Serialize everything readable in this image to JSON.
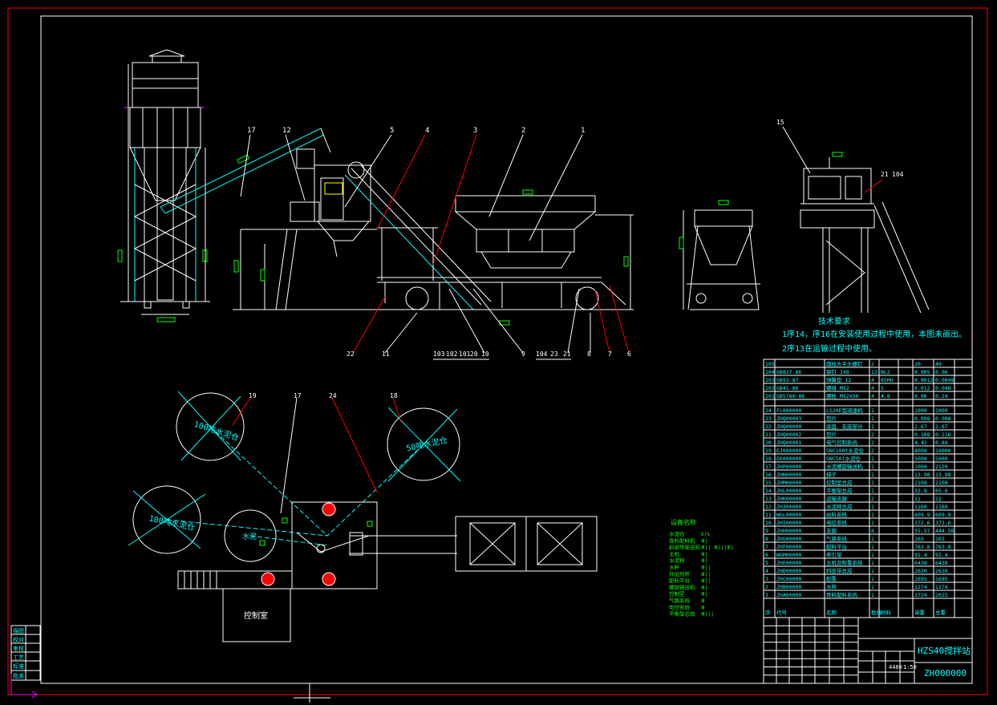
{
  "tech": {
    "heading": "技术要求",
    "line1": "1序14，序16在安装使用过程中使用，本图未画出。",
    "line2": "2序13在运输过程中使用。"
  },
  "plan": {
    "silo_top_left": "100吨水泥仓",
    "silo_top_right": "50吨水泥仓",
    "silo_left": "100吨水泥仓",
    "water": "水泥",
    "control_room": "控制室"
  },
  "balloons_top": [
    "17",
    "12",
    "5",
    "4",
    "3",
    "2",
    "1"
  ],
  "balloons_bottom": [
    "22",
    "11",
    "103",
    "102",
    "101",
    "20",
    "10",
    "9",
    "104",
    "23",
    "21",
    "8",
    "7",
    "6"
  ],
  "balloons_plan": [
    "19",
    "17",
    "24",
    "18"
  ],
  "balloons_right": [
    "15",
    "21",
    "104"
  ],
  "bom_small": [
    [
      "105",
      "",
      "圆柱头平头螺钉",
      "2",
      "",
      "",
      "20",
      "40"
    ],
    [
      "104",
      "GB827-86",
      "铆钉 3X8",
      "12",
      "NL2",
      "",
      "0.005",
      "0.06"
    ],
    [
      "103",
      "GB93-87",
      "弹簧垫 12",
      "4",
      "65Mn",
      "",
      "0.0012",
      "0.0048"
    ],
    [
      "102",
      "GB41-86",
      "螺母 M12",
      "4",
      "5",
      "",
      "0.012",
      "0.048"
    ],
    [
      "101",
      "GB5780-86",
      "螺栓 M12X50",
      "4",
      "4.8",
      "",
      "0.06",
      "0.24"
    ]
  ],
  "bom": [
    [
      "24",
      "FL000000",
      "LS20E型减速机",
      "1",
      "",
      "",
      "1000",
      "1000"
    ],
    [
      "23",
      "ZHQ00003",
      "垫片",
      "1",
      "",
      "",
      "0.008",
      "0.008"
    ],
    [
      "22",
      "ZHQ00000",
      "底盘、支座部分",
      "1",
      "",
      "",
      "2.67",
      "2.67"
    ],
    [
      "21",
      "ZHQ00002",
      "垫片",
      "2",
      "",
      "",
      "0.108",
      "0.216"
    ],
    [
      "20",
      "ZHQ00001",
      "电气控制系统",
      "2",
      "",
      "",
      "4.42",
      "0.84"
    ],
    [
      "19",
      "EJ000000",
      "SNC100t水泥仓",
      "2",
      "",
      "",
      "8000",
      "16000"
    ],
    [
      "18",
      "EK000000",
      "SNC50t水泥仓",
      "1",
      "",
      "",
      "5000",
      "5000"
    ],
    [
      "17",
      "ZHP00000",
      "水泥螺旋输送机",
      "1",
      "",
      "",
      "1060",
      "2120"
    ],
    [
      "16",
      "ZHN00000",
      "梯子",
      "1",
      "",
      "",
      "13.98",
      "13.98"
    ],
    [
      "15",
      "ZHM00000",
      "控制室总成",
      "1",
      "",
      "",
      "2108",
      "2108"
    ],
    [
      "14",
      "ZHL00000",
      "平衡架总成",
      "1",
      "",
      "",
      "32.8",
      "65.6"
    ],
    [
      "13",
      "ZHK00000",
      "运输支腿",
      "2",
      "",
      "",
      "11",
      "22"
    ],
    [
      "12",
      "ZHJ00000",
      "水泥秤总成",
      "1",
      "",
      "",
      "1160",
      "1160"
    ],
    [
      "11",
      "WGL00000",
      "给料系统",
      "1",
      "",
      "",
      "609.9",
      "609.9"
    ],
    [
      "10",
      "ZHI00000",
      "电控系统",
      "1",
      "",
      "",
      "372.6",
      "372.6"
    ],
    [
      "9",
      "ZHH00000",
      "支腿",
      "8",
      "",
      "",
      "55.57",
      "444.56"
    ],
    [
      "8",
      "ZHG00000",
      "气路系统",
      "1",
      "",
      "",
      "103",
      "103"
    ],
    [
      "7",
      "ZHF00000",
      "配料平台",
      "1",
      "",
      "",
      "763.8",
      "763.8"
    ],
    [
      "6",
      "WGM00000",
      "牵引架",
      "1",
      "",
      "",
      "92.4",
      "92.4"
    ],
    [
      "5",
      "ZHE00000",
      "主机及称重系统",
      "1",
      "",
      "",
      "6438",
      "6438"
    ],
    [
      "4",
      "ZHD00000",
      "斜皮带总成",
      "1",
      "",
      "",
      "2620",
      "2620"
    ],
    [
      "3",
      "ZHC00000",
      "配重",
      "1",
      "",
      "",
      "1695",
      "1695"
    ],
    [
      "2",
      "ZHB00000",
      "水秤",
      "1",
      "",
      "",
      "1274",
      "1274"
    ],
    [
      "1",
      "ZHA00000",
      "骨料配料系统",
      "1",
      "",
      "",
      "3724",
      "2025"
    ]
  ],
  "bom_header": [
    "序",
    "代号",
    "名称",
    "数量",
    "材料",
    "",
    "单重",
    "总重"
  ],
  "title_block": {
    "product": "HZS40搅拌站",
    "drawing_no": "ZH000000",
    "scale": "1:50",
    "weight": "4480"
  },
  "legend": [
    [
      "水泥仓",
      "Ⅱ|%"
    ],
    [
      "骨料配料机",
      "Ⅲ|"
    ],
    [
      "斜皮带输送机",
      "Ⅲ||   Ⅲ|||Ⅲ|"
    ],
    [
      "主机",
      "Ⅲ|"
    ],
    [
      "水泥秤",
      "Ⅲ|"
    ],
    [
      "水秤",
      "Ⅲ||"
    ],
    [
      "外加剂秤",
      "Ⅲ||"
    ],
    [
      "配料平台",
      "Ⅲ||"
    ],
    [
      "螺旋输送机",
      "Ⅲ|"
    ],
    [
      "控制室",
      "Ⅲ|"
    ],
    [
      "气路系统",
      "Ⅲ"
    ],
    [
      "电控系统",
      "Ⅲ"
    ],
    [
      "平衡架总成",
      "Ⅲ|||"
    ]
  ],
  "legend_title": "设备名称",
  "side_labels": [
    "描图",
    "校对",
    "审核",
    "工艺",
    "标准",
    "批准"
  ],
  "colors": {
    "bg": "#000000",
    "frame": "#ff0000",
    "cyan": "#00ffff",
    "green": "#00ff00",
    "white": "#ffffff"
  }
}
